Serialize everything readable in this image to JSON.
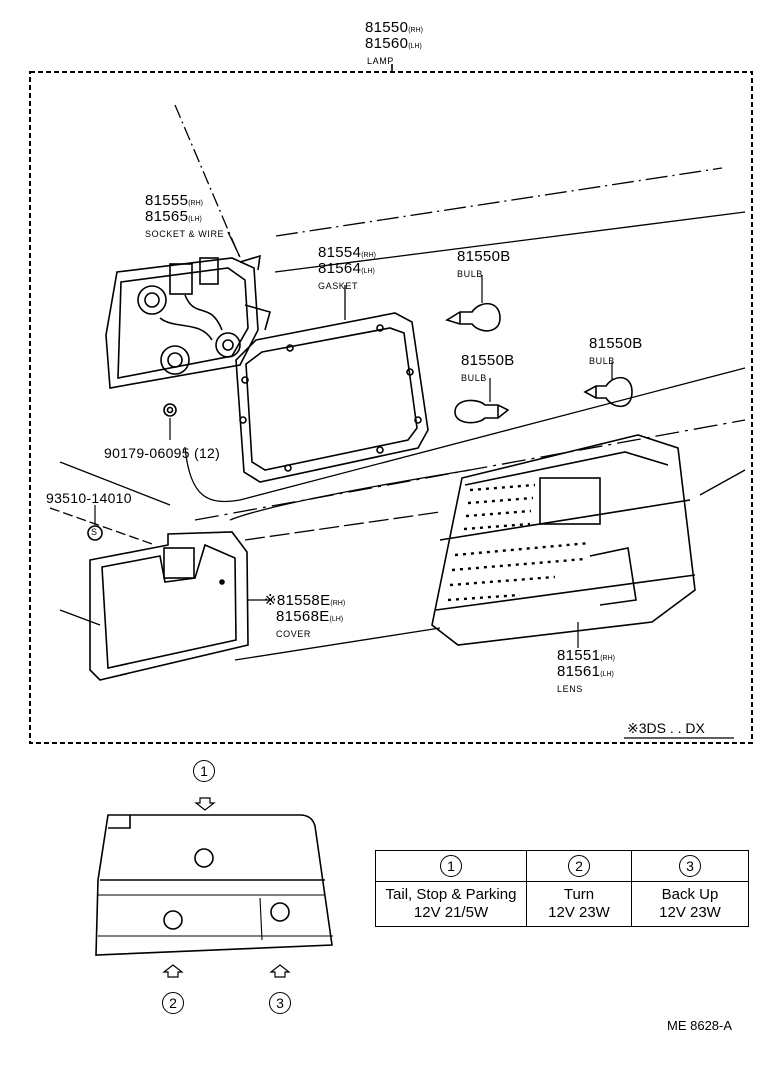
{
  "lamp": {
    "part_rh": "81550",
    "rh": "(RH)",
    "part_lh": "81560",
    "lh": "(LH)",
    "name": "LAMP"
  },
  "socket": {
    "part_rh": "81555",
    "rh": "(RH)",
    "part_lh": "81565",
    "lh": "(LH)",
    "name": "SOCKET & WIRE"
  },
  "gasket": {
    "part_rh": "81554",
    "rh": "(RH)",
    "part_lh": "81564",
    "lh": "(LH)",
    "name": "GASKET"
  },
  "bulb_a": {
    "part": "81550B",
    "name": "BULB"
  },
  "bulb_b": {
    "part": "81550B",
    "name": "BULB"
  },
  "bulb_c": {
    "part": "81550B",
    "name": "BULB"
  },
  "screw": {
    "part": "90179-06095 (12)"
  },
  "clip": {
    "part": "93510-14010",
    "symbol": "S"
  },
  "cover": {
    "part_rh": "※81558E",
    "rh": "(RH)",
    "part_lh": "81568E",
    "lh": "(LH)",
    "name": "COVER"
  },
  "lens": {
    "part_rh": "81551",
    "rh": "(RH)",
    "part_lh": "81561",
    "lh": "(LH)",
    "name": "LENS"
  },
  "model_note": "※3DS . . DX",
  "positions": {
    "p1": "1",
    "p2": "2",
    "p3": "3"
  },
  "bulb_table": {
    "headers": [
      "1",
      "2",
      "3"
    ],
    "rows": [
      {
        "function": "Tail, Stop & Parking",
        "spec": "12V 21/5W"
      },
      {
        "function": "Turn",
        "spec": "12V 23W"
      },
      {
        "function": "Back Up",
        "spec": "12V 23W"
      }
    ]
  },
  "ref_code": "ME 8628-A"
}
